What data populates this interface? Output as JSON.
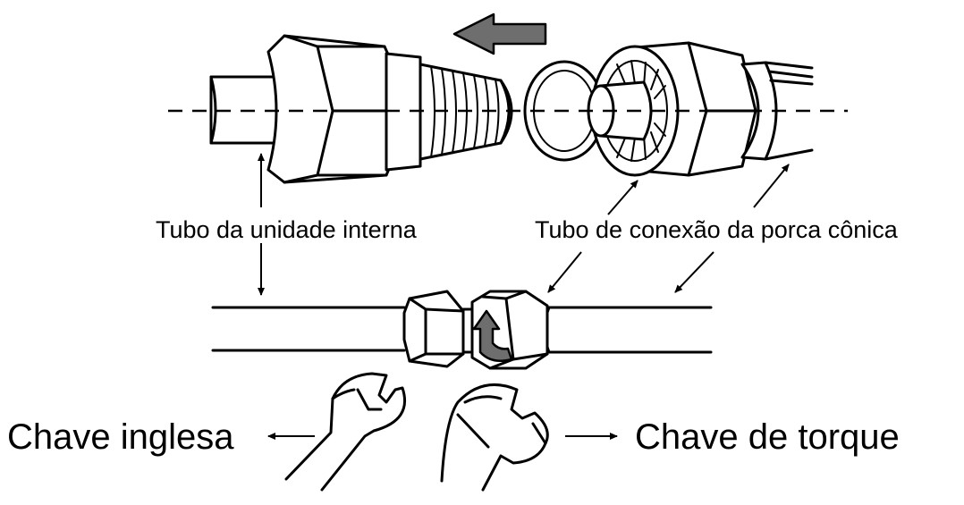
{
  "labels": {
    "indoor_pipe": "Tubo da unidade interna",
    "flare_nut_pipe": "Tubo de conexão da porca cônica",
    "spanner": "Chave inglesa",
    "torque_wrench": "Chave de torque"
  },
  "colors": {
    "line": "#000000",
    "arrow_fill": "#6e6e6e",
    "background": "#ffffff"
  }
}
